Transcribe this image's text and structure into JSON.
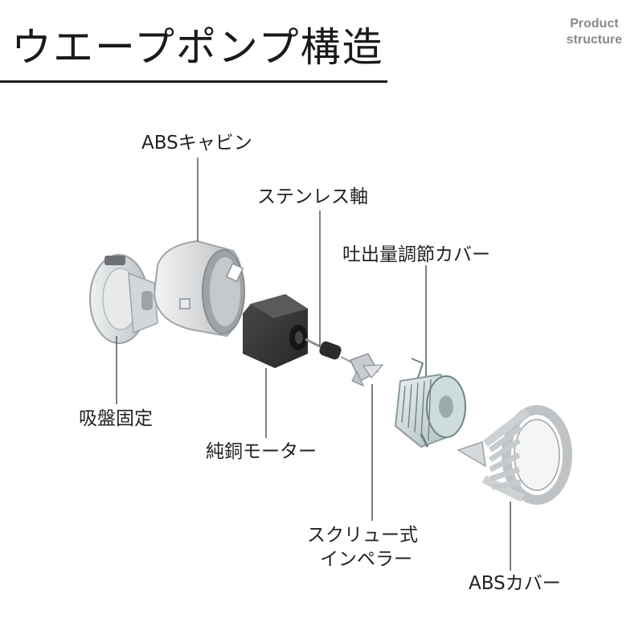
{
  "header": {
    "title": "ウエープポンプ構造",
    "en_line1": "Product",
    "en_line2": "structure"
  },
  "parts": {
    "abs_cabin": "ABSキャビン",
    "stainless_shaft": "ステンレス軸",
    "flow_cover": "吐出量調節カバー",
    "suction_cup": "吸盤固定",
    "copper_motor": "純銅モーター",
    "impeller_line1": "スクリュー式",
    "impeller_line2": "インペラー",
    "abs_cover": "ABSカバー"
  },
  "colors": {
    "text": "#222222",
    "leader": "#555555",
    "en_tag": "#8a8a8a",
    "motor": "#3a3a3a",
    "housing": "#d8dadb"
  }
}
